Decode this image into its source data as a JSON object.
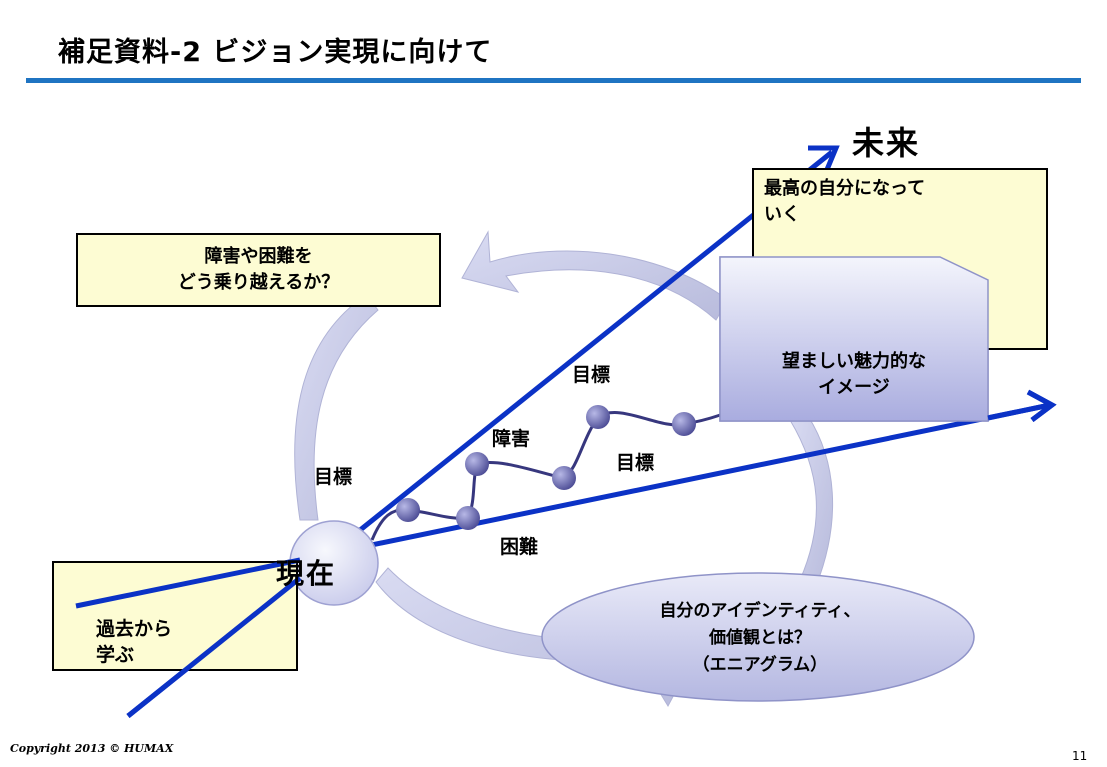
{
  "slide": {
    "title": "補足資料-2 ビジョン実現に向けて",
    "copyright": "Copyright 2013 © HUMAX",
    "page_number": "11"
  },
  "labels": {
    "future": "未来",
    "now": "現在",
    "goal_upper": "目標",
    "goal_left": "目標",
    "goal_right": "目標",
    "obstacle": "障害",
    "difficulty": "困難"
  },
  "boxes": {
    "obstacle_question": [
      "障害や困難を",
      "どう乗り越えるか？"
    ],
    "future_self": [
      "最高の自分になって",
      "いく"
    ],
    "past_learning": [
      "過去から",
      "学ぶ"
    ],
    "desired_image": [
      "望ましい魅力的な",
      "イメージ"
    ],
    "identity": [
      "自分のアイデンティティ、",
      "価値観とは？",
      "（エニアグラム）"
    ]
  },
  "colors": {
    "arrow_blue": "#0b32c6",
    "title_rule": "#1f74c2",
    "box_fill": "#fdfcd3",
    "cycle_fill": "#c9cbe8",
    "node_fill": "#6d6db0"
  }
}
